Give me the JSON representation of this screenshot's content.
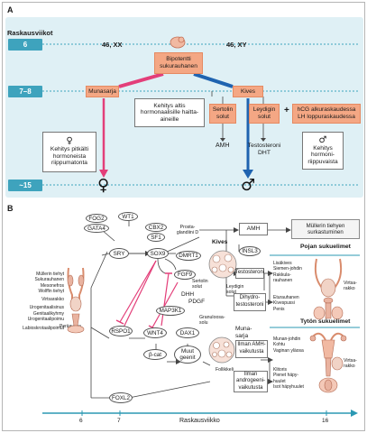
{
  "panel_a": {
    "letter": "A",
    "title": "Raskausviikot",
    "weeks": [
      "6",
      "7–8",
      "~15"
    ],
    "karyotype_xx": "46, XX",
    "karyotype_xy": "46, XY",
    "bipotent": "Bipotentti sukurauhanen",
    "ovary": "Munasarja",
    "testis": "Kives",
    "sensitive": "Kehitys altis hormonaalisille haitta-aineille",
    "sertoli": "Sertolin solut",
    "leydig": "Leydigin solut",
    "plus": "+",
    "hcg": "hCG alkuraskaudessa LH loppuraskaudessa",
    "amh": "AMH",
    "testosterone_dht": "Testosteroni DHT",
    "female_dev": "Kehitys pitkälti hormoneista riippumatonta",
    "male_dev": "Kehitys hormoni-riippuvaista",
    "female_symbol": "♀",
    "male_symbol": "♂"
  },
  "panel_b": {
    "letter": "B",
    "left_labels": [
      "Müllerin tiehyt",
      "Sukurauhanen",
      "Mesonefros",
      "Wolffin tiehyt",
      "Virtsarakko",
      "Urogenitaalisinus",
      "Genitaalikyhmy",
      "Urogenitaalipoimu",
      "Labioskrotaalipoimut"
    ],
    "perauukko": "Peräaukko",
    "genes": {
      "fog2": "FOG2",
      "gata4": "GATA4",
      "wt1": "WT1",
      "cbx2": "CBX2",
      "sf1": "SF1",
      "sry": "SRY",
      "sox9": "SOX9",
      "dmrt1": "DMRT1",
      "fgf9": "FGF9",
      "prosta": "Prosta-glandiini D",
      "kives": "Kives",
      "insl3": "INSL3",
      "sertolin_solut": "Sertolin solut",
      "leydigin_solut": "Leydigin solut",
      "dhh": "DHH",
      "pdgf": "PDGF",
      "map3k1": "MAP3K1",
      "rspo1": "RSPO1",
      "wnt4": "WNT4",
      "dax1": "DAX1",
      "bcat": "β-cat",
      "muut": "Muut geenit",
      "granulosa": "Granuloosa-solu",
      "munasarja": "Muna-sarja",
      "follikkeli": "Follikkeli",
      "foxl2": "FOXL2"
    },
    "amh": "AMH",
    "mullerin_surkastuminen": "Müllerin tiehyen surkastuminen",
    "pojan_title": "Pojan sukuelimet",
    "testosteroni": "Testosteroni",
    "testo_effects": [
      "Lisäkives",
      "Siemen-johdin",
      "Rakkula-rauhanen"
    ],
    "dht": "Dihydro-testosteroni",
    "dht_effects": [
      "Eturauhanen",
      "Kivespussi",
      "Penis"
    ],
    "virtsarakko": "Virtsa-rakko",
    "tytön_title": "Tytön sukuelimet",
    "ilman_amh": "Ilman AMH-vaikutusta",
    "amh_effects": [
      "Munan-johdin",
      "Kohtu",
      "Vaginan yläosa"
    ],
    "ilman_andro": "Ilman androgeeni-vaikutusta",
    "andro_effects": [
      "Klitoris",
      "Pienet häpy-huulet",
      "Isot häpyhuulet"
    ],
    "axis_label": "Raskausviikko",
    "axis_ticks": [
      "6",
      "7",
      "16"
    ]
  },
  "colors": {
    "teal": "#3ea3bd",
    "salmon": "#f4a784",
    "pink": "#e33e79",
    "blue": "#1f63b0",
    "panel_bg": "#dfeff4"
  }
}
